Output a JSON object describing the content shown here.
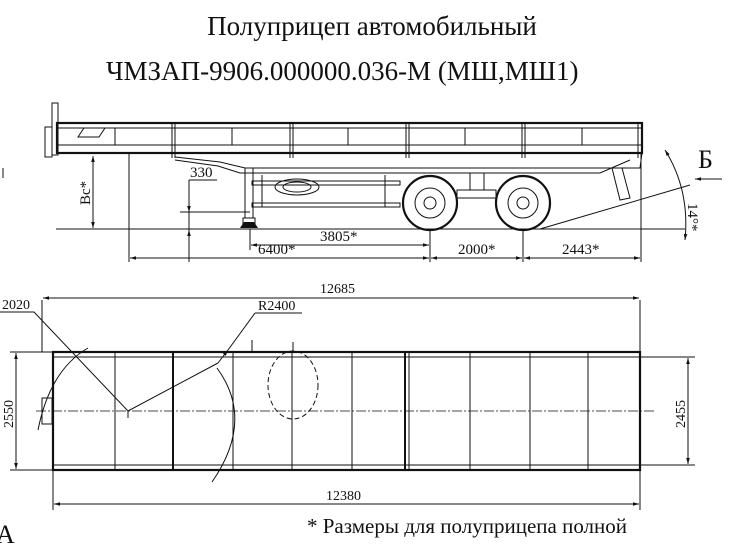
{
  "title": {
    "line1": "Полуприцеп автомобильный",
    "line2": "ЧМЗАП-9906.000000.036-М (МШ,МШ1)"
  },
  "side_view": {
    "view_label": "Б",
    "dim_height": "Вс*",
    "dim_330": "330",
    "dim_3805": "3805*",
    "dim_6400": "6400*",
    "dim_2000": "2000*",
    "dim_2443": "2443*",
    "angle": "14°*"
  },
  "plan_view": {
    "view_label": "А",
    "dim_length_overall": "12685",
    "dim_length_deck": "12380",
    "dim_width_overall": "2550",
    "dim_width_inner": "2455",
    "radius_front": "2020",
    "radius_turn": "R2400"
  },
  "footnote": "* Размеры для полуприцепа полной"
}
